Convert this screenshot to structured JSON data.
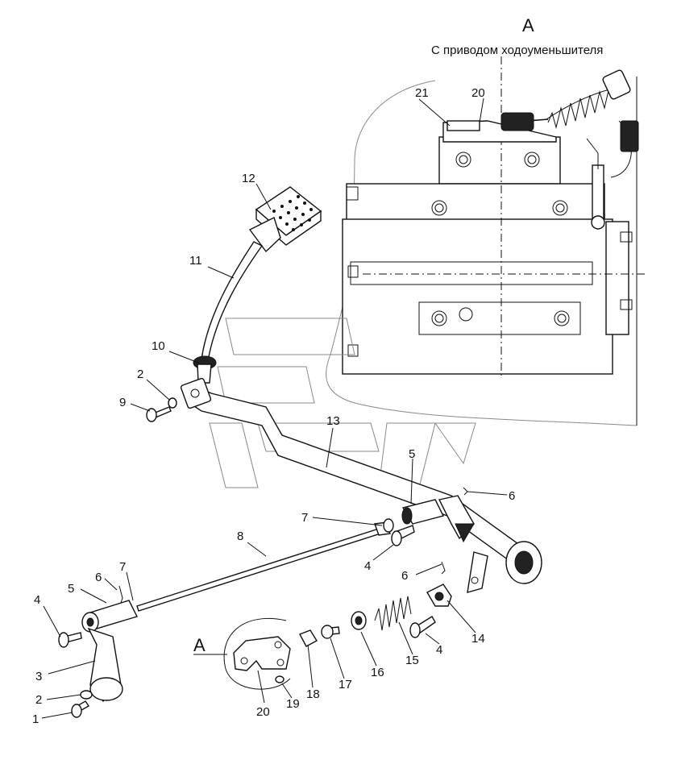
{
  "view": {
    "letter": "A",
    "caption": "С приводом ходоуменьшителя"
  },
  "callout": {
    "letter": "A"
  },
  "labels": {
    "l1": "1",
    "l2a": "2",
    "l2b": "2",
    "l3": "3",
    "l4a": "4",
    "l4b": "4",
    "l4c": "4",
    "l5a": "5",
    "l5b": "5",
    "l6a": "6",
    "l6b": "6",
    "l6c": "6",
    "l7a": "7",
    "l7b": "7",
    "l8": "8",
    "l9": "9",
    "l10": "10",
    "l11": "11",
    "l12": "12",
    "l13": "13",
    "l14": "14",
    "l15": "15",
    "l16": "16",
    "l17": "17",
    "l18": "18",
    "l19": "19",
    "l20a": "20",
    "l20b": "20",
    "l21": "21"
  },
  "colors": {
    "ink": "#111111",
    "paper": "#ffffff",
    "shade": "#222222"
  }
}
